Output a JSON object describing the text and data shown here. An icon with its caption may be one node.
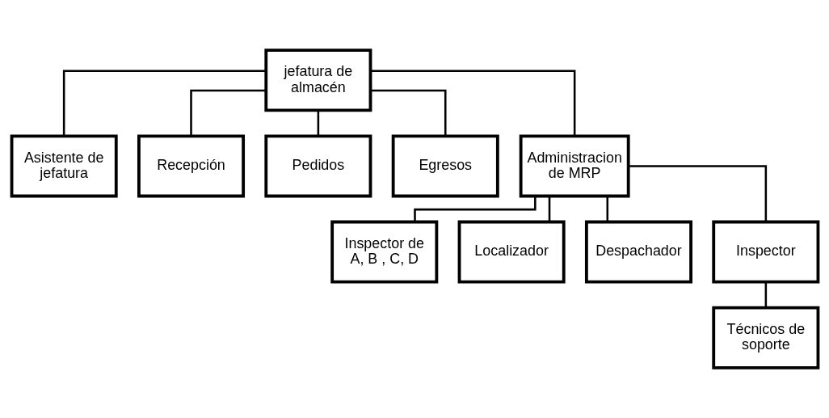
{
  "diagram": {
    "nodes": [
      {
        "text": [
          "jefatura de almacén"
        ]
      },
      {
        "text": [
          "Asistente de jefatura"
        ]
      },
      {
        "text": [
          "Recepción"
        ]
      },
      {
        "text": [
          "Pedidos"
        ]
      },
      {
        "text": [
          "Egresos"
        ]
      },
      {
        "text": [
          "Administracion de MRP"
        ]
      },
      {
        "text": [
          "Inspector de A, B , C, D"
        ]
      },
      {
        "text": [
          "Localizador"
        ]
      },
      {
        "text": [
          "Despachador"
        ]
      },
      {
        "text": [
          "Inspector"
        ]
      },
      {
        "text": [
          "Técnicos de soporte"
        ]
      }
    ],
    "edges": [
      {
        "from": 0,
        "to": 1,
        "arrow": "none"
      },
      {
        "from": 0,
        "to": 2,
        "arrow": "none"
      },
      {
        "from": 0,
        "to": 3,
        "arrow": "none"
      },
      {
        "from": 0,
        "to": 4,
        "arrow": "none"
      },
      {
        "from": 0,
        "to": 5,
        "arrow": "none"
      },
      {
        "from": 5,
        "to": 6,
        "arrow": "none"
      },
      {
        "from": 5,
        "to": 7,
        "arrow": "none"
      },
      {
        "from": 5,
        "to": 8,
        "arrow": "none"
      },
      {
        "from": 5,
        "to": 9,
        "arrow": "none"
      },
      {
        "from": 9,
        "to": 10,
        "arrow": "none"
      }
    ]
  }
}
